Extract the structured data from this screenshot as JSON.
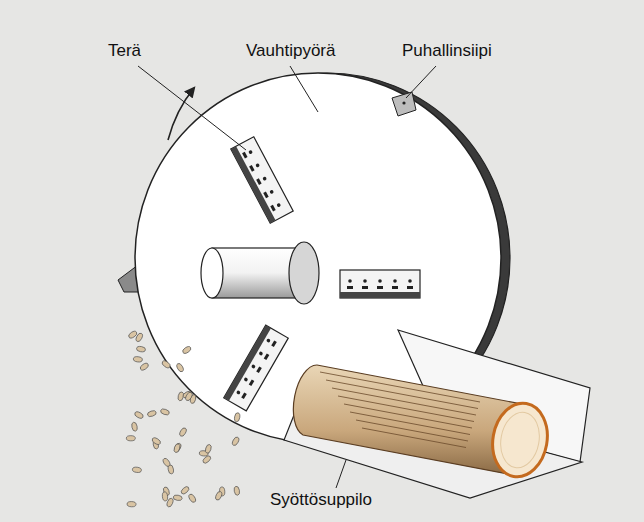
{
  "diagram": {
    "labels": [
      "Terä",
      "Vauhtipyörä",
      "Puhallinsiipi",
      "Syöttösuppilo"
    ]
  }
}
